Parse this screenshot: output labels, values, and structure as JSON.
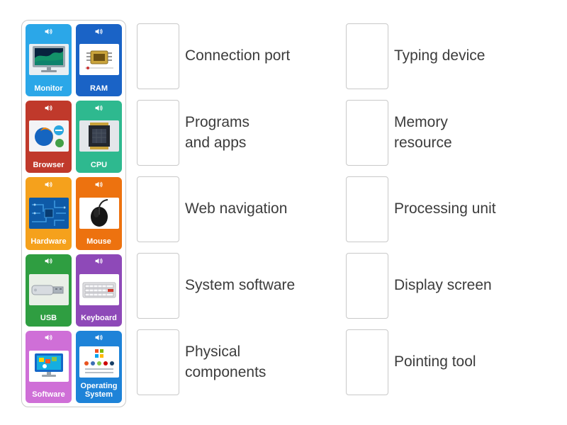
{
  "board": {
    "tiles": [
      {
        "label": "Monitor",
        "color": "#2ba7e8",
        "image": "monitor-photo"
      },
      {
        "label": "RAM",
        "color": "#1a63c6",
        "image": "ram-chip-photo"
      },
      {
        "label": "Browser",
        "color": "#c0392b",
        "image": "browser-logos-photo"
      },
      {
        "label": "CPU",
        "color": "#2eb98f",
        "image": "cpu-chip-photo"
      },
      {
        "label": "Hardware",
        "color": "#f5a11c",
        "image": "circuit-board-photo"
      },
      {
        "label": "Mouse",
        "color": "#ed720f",
        "image": "computer-mouse-photo"
      },
      {
        "label": "USB",
        "color": "#2f9e41",
        "image": "usb-drive-photo"
      },
      {
        "label": "Keyboard",
        "color": "#8e49b8",
        "image": "keyboard-photo"
      },
      {
        "label": "Software",
        "color": "#cf6fd7",
        "image": "software-screen-photo"
      },
      {
        "label": "Operating System",
        "color": "#1e83d8",
        "image": "os-logos-photo"
      }
    ],
    "audio_icon": "speaker-icon"
  },
  "matches": {
    "left": [
      {
        "label": "Connection port"
      },
      {
        "label": "Programs\nand apps"
      },
      {
        "label": "Web navigation"
      },
      {
        "label": "System software"
      },
      {
        "label": "Physical\ncomponents"
      }
    ],
    "right": [
      {
        "label": "Typing device"
      },
      {
        "label": "Memory\nresource"
      },
      {
        "label": "Processing unit"
      },
      {
        "label": "Display screen"
      },
      {
        "label": "Pointing tool"
      }
    ]
  },
  "colors": {
    "border": "#c9c9c9",
    "label_text": "#3c3c3c"
  }
}
